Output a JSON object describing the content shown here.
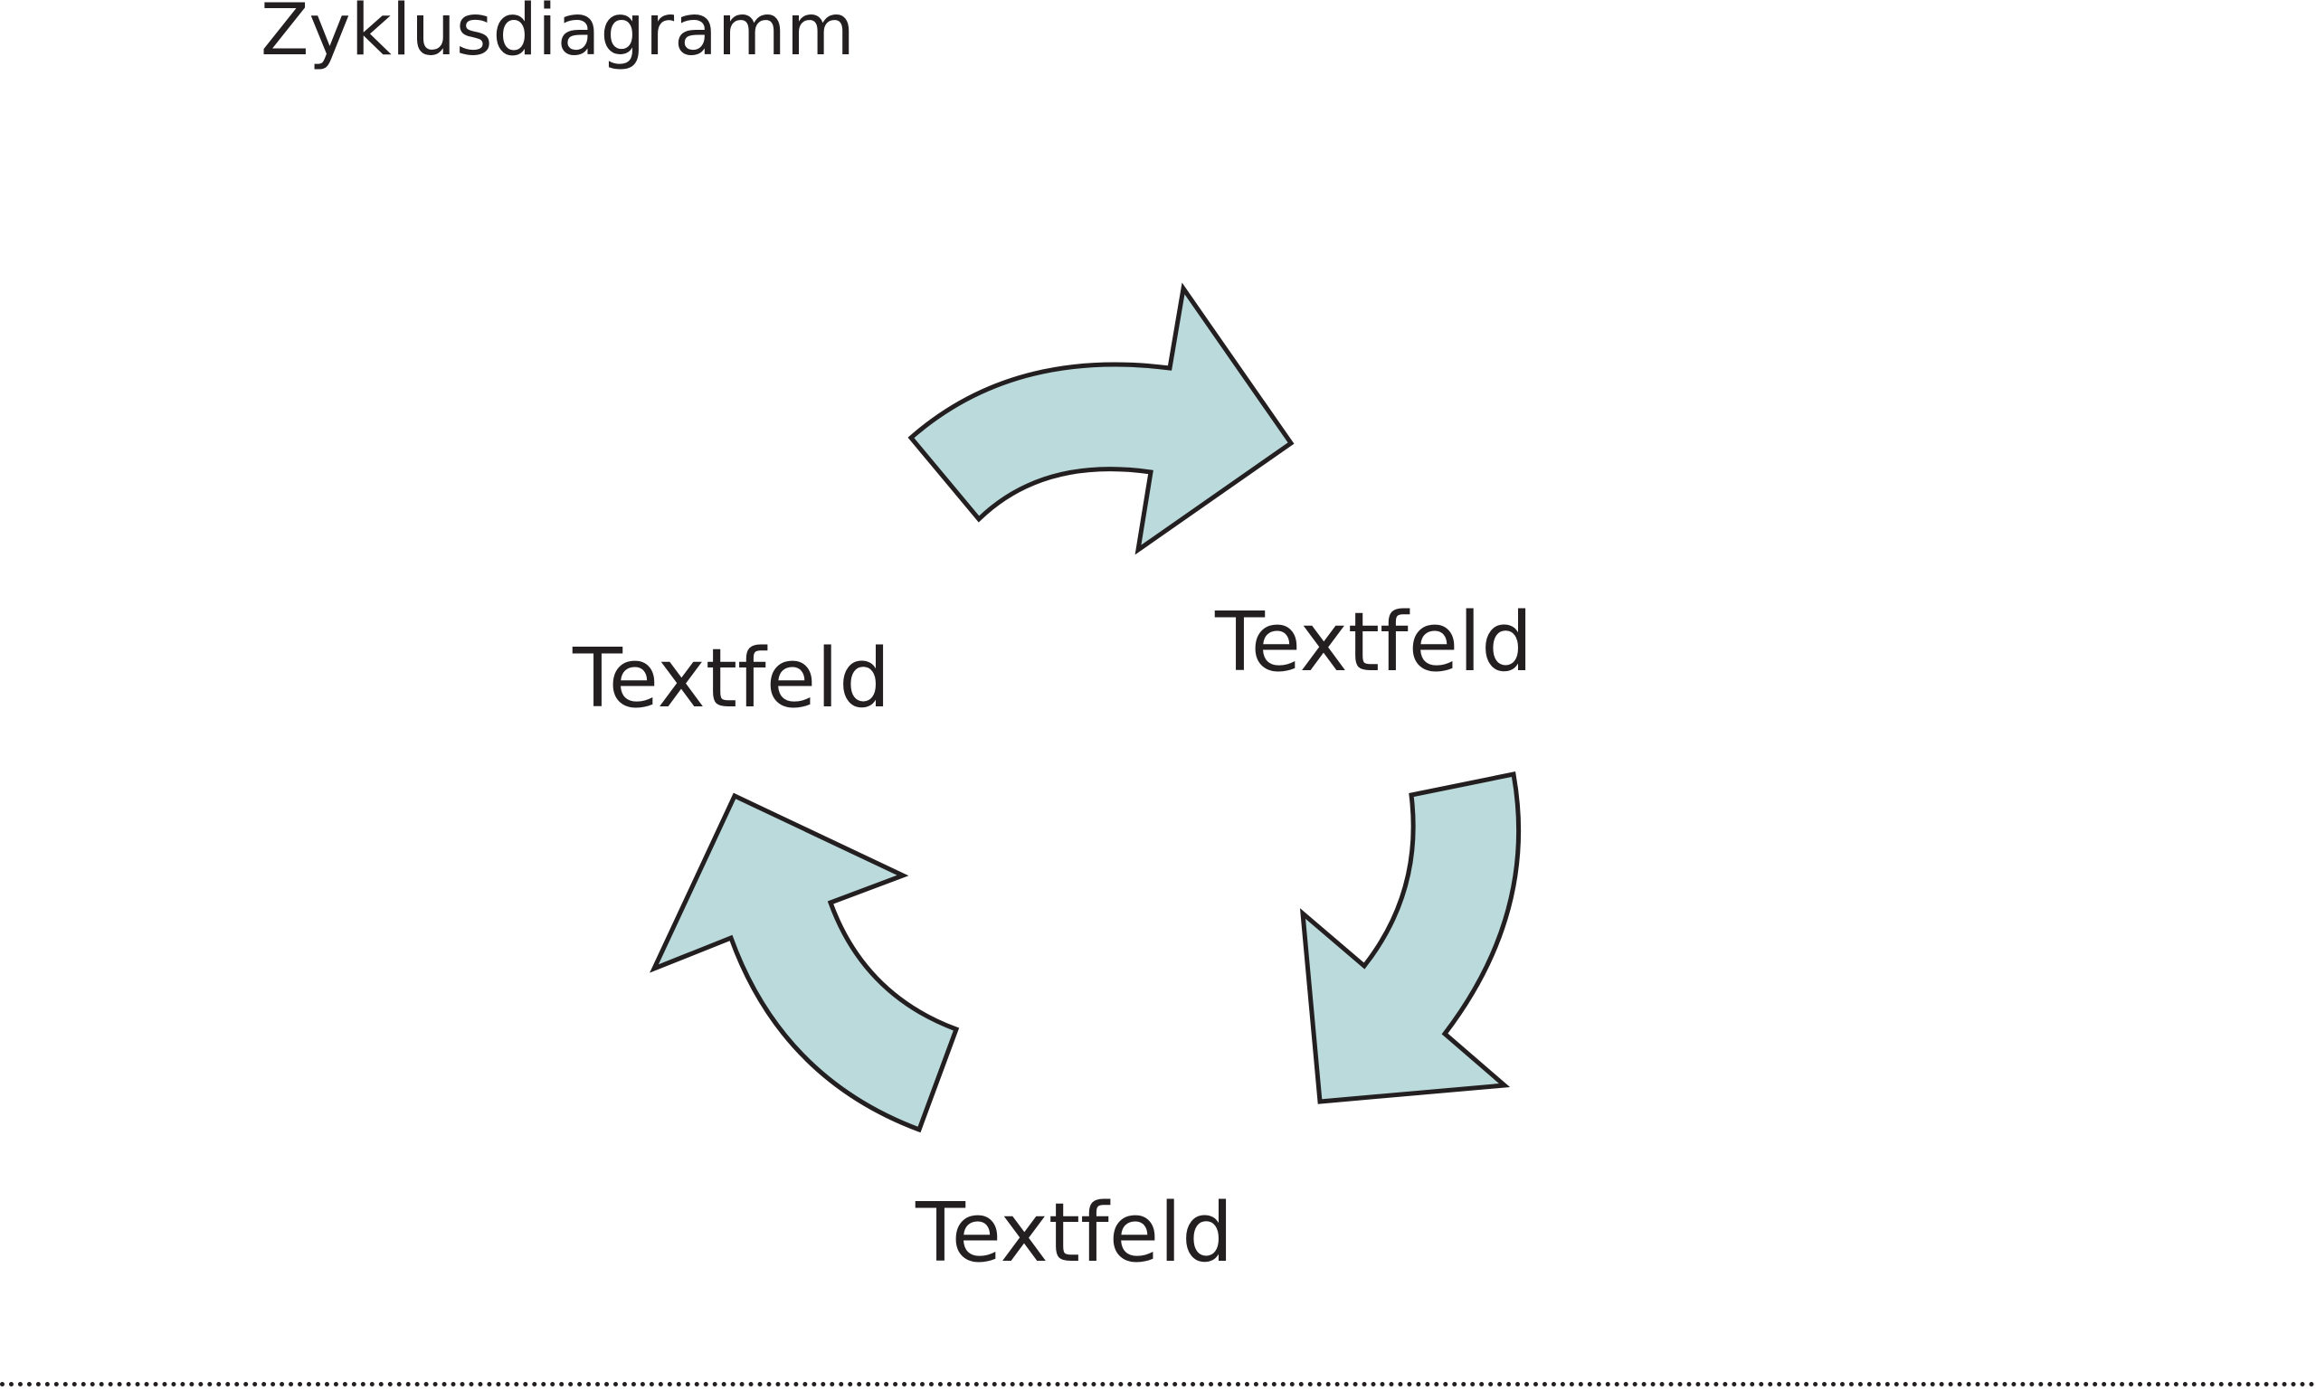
{
  "title": "Zyklusdiagramm",
  "colors": {
    "arrow_fill": "#bbdadc",
    "arrow_stroke": "#231f20",
    "text": "#231f20"
  },
  "cycle": {
    "labels": {
      "top_right": "Textfeld",
      "left": "Textfeld",
      "bottom": "Textfeld"
    }
  }
}
